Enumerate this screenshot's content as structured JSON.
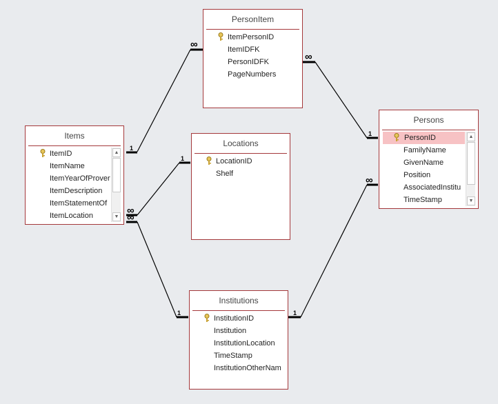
{
  "colors": {
    "border": "#a4373a",
    "selection": "#f7c2c4",
    "canvas": "#e9ebee"
  },
  "tables": {
    "personitem": {
      "title": "PersonItem",
      "fields": [
        "ItemPersonID",
        "ItemIDFK",
        "PersonIDFK",
        "PageNumbers"
      ]
    },
    "items": {
      "title": "Items",
      "fields": [
        "ItemID",
        "ItemName",
        "ItemYearOfProver",
        "ItemDescription",
        "ItemStatementOf",
        "ItemLocation"
      ]
    },
    "locations": {
      "title": "Locations",
      "fields": [
        "LocationID",
        "Shelf"
      ]
    },
    "persons": {
      "title": "Persons",
      "fields": [
        "PersonID",
        "FamilyName",
        "GivenName",
        "Position",
        "AssociatedInstitu",
        "TimeStamp"
      ]
    },
    "institutions": {
      "title": "Institutions",
      "fields": [
        "InstitutionID",
        "Institution",
        "InstitutionLocation",
        "TimeStamp",
        "InstitutionOtherNam"
      ]
    }
  },
  "relationships": {
    "one": "1",
    "many": "∞"
  }
}
